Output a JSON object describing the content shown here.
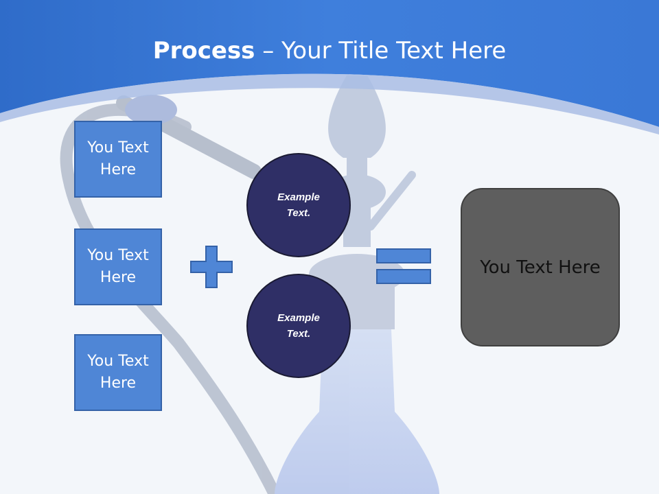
{
  "slide": {
    "title_bold": "Process",
    "title_rest": " – Your Title Text Here"
  },
  "left_boxes": [
    {
      "label": "You Text Here"
    },
    {
      "label": "You Text Here"
    },
    {
      "label": "You Text Here"
    }
  ],
  "circles": [
    {
      "label": "Example Text."
    },
    {
      "label": "Example Text."
    }
  ],
  "result_box": {
    "label": "You Text Here"
  },
  "colors": {
    "header_blue": "#3a78d6",
    "box_blue": "#4f86d6",
    "circle_navy": "#2f2f66",
    "result_gray": "#5e5e5e",
    "background": "#f3f6fa"
  },
  "icons": [
    "plus-icon",
    "equals-icon",
    "hookah-background-image"
  ]
}
